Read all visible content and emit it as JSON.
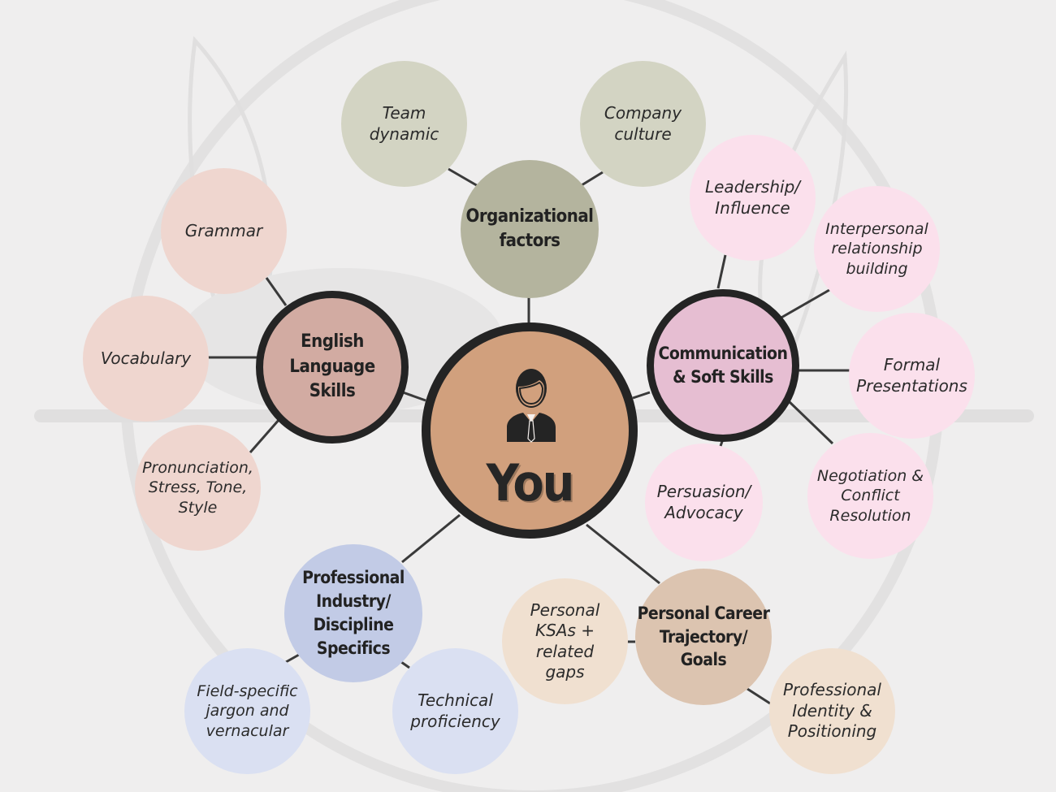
{
  "center": {
    "label": "You",
    "icon": "businessman-icon",
    "color": "#d1a07d"
  },
  "hubs": {
    "organizational": {
      "label": "Organizational\nfactors",
      "color": "#b4b49e"
    },
    "english": {
      "label": "English\nLanguage\nSkills",
      "color": "#d2aba2"
    },
    "communication": {
      "label": "Communication\n& Soft Skills",
      "color": "#e6bed2"
    },
    "professional": {
      "label": "Professional\nIndustry/\nDiscipline\nSpecifics",
      "color": "#c2cbe6"
    },
    "career": {
      "label": "Personal Career\nTrajectory/\nGoals",
      "color": "#dcc4b0"
    }
  },
  "leaves": {
    "team_dynamic": "Team\ndynamic",
    "company_culture": "Company\nculture",
    "grammar": "Grammar",
    "vocabulary": "Vocabulary",
    "pronunciation": "Pronunciation,\nStress, Tone,\nStyle",
    "leadership": "Leadership/\nInfluence",
    "interpersonal": "Interpersonal\nrelationship\nbuilding",
    "formal_presentations": "Formal\nPresentations",
    "negotiation": "Negotiation &\nConflict\nResolution",
    "persuasion": "Persuasion/\nAdvocacy",
    "personal_ksas": "Personal\nKSAs +\nrelated\ngaps",
    "professional_identity": "Professional\nIdentity &\nPositioning",
    "field_specific": "Field-specific\njargon and\nvernacular",
    "technical": "Technical\nproficiency"
  },
  "colors": {
    "background": "#efeeee",
    "organizational_leaf": "#d3d4c3",
    "english_leaf": "#efd6cf",
    "communication_leaf": "#fbe0ec",
    "professional_leaf": "#dae0f2",
    "career_leaf": "#f0e0d0",
    "ring": "#242424",
    "connector": "#3a3a3a"
  }
}
